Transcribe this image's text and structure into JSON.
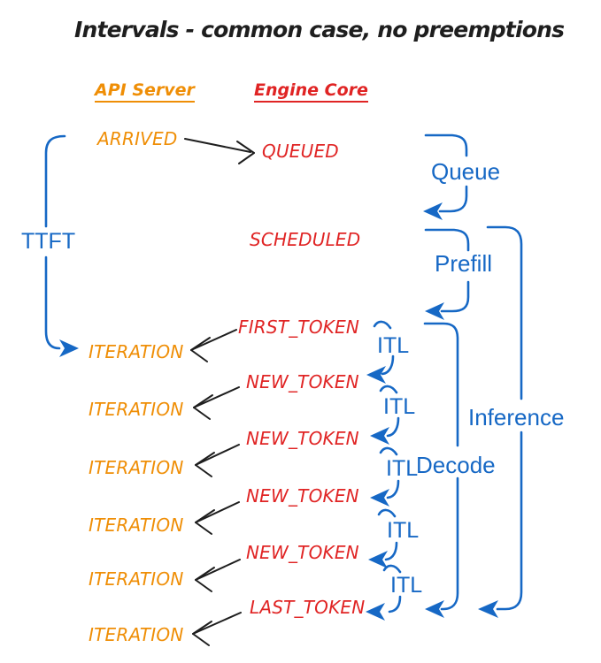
{
  "title": "Intervals - common case, no preemptions",
  "columns": {
    "api_server": {
      "header": "API Server"
    },
    "engine_core": {
      "header": "Engine Core"
    }
  },
  "api_events": {
    "arrived": "ARRIVED",
    "iterations": [
      {
        "label": "ITERATION"
      },
      {
        "label": "ITERATION"
      },
      {
        "label": "ITERATION"
      },
      {
        "label": "ITERATION"
      },
      {
        "label": "ITERATION"
      },
      {
        "label": "ITERATION"
      }
    ]
  },
  "engine_events": {
    "queued": "QUEUED",
    "scheduled": "SCHEDULED",
    "first_token": "FIRST_TOKEN",
    "new_tokens": [
      {
        "label": "NEW_TOKEN"
      },
      {
        "label": "NEW_TOKEN"
      },
      {
        "label": "NEW_TOKEN"
      },
      {
        "label": "NEW_TOKEN"
      }
    ],
    "last_token": "LAST_TOKEN"
  },
  "intervals": {
    "ttft": "TTFT",
    "queue": "Queue",
    "prefill": "Prefill",
    "decode": "Decode",
    "inference": "Inference",
    "itls": [
      {
        "label": "ITL"
      },
      {
        "label": "ITL"
      },
      {
        "label": "ITL"
      },
      {
        "label": "ITL"
      },
      {
        "label": "ITL"
      }
    ]
  },
  "colors": {
    "api_accent": "#EF8E06",
    "engine_accent": "#E02424",
    "interval_accent": "#1668C5",
    "ink": "#1E1E1E"
  }
}
